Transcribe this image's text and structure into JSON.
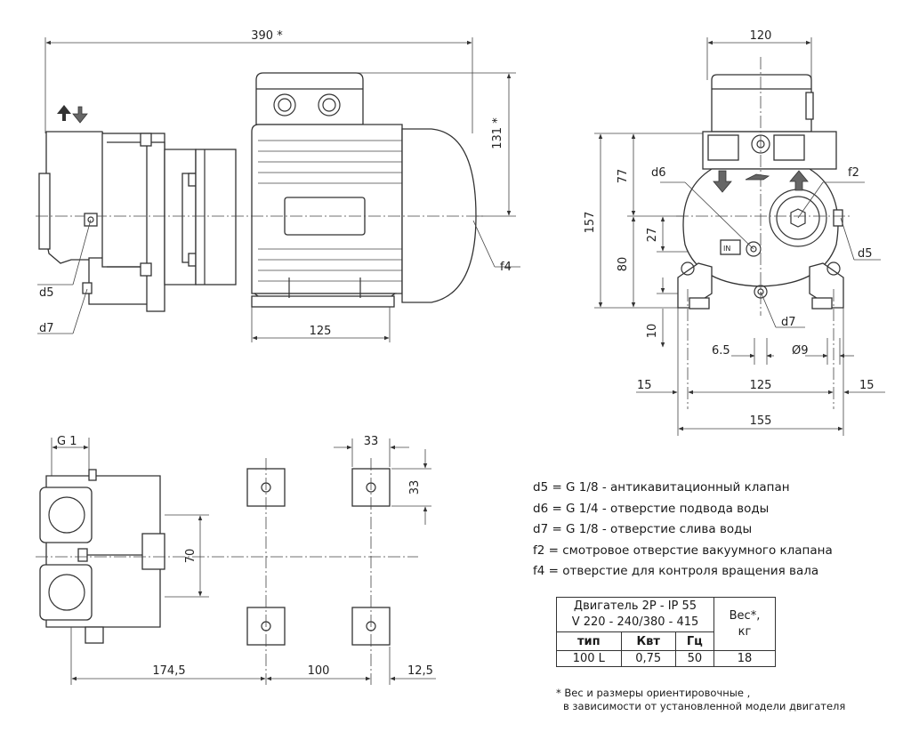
{
  "dimensions": {
    "overall_length": "390 *",
    "height_to_axis": "131 *",
    "foot_length": "125",
    "front_width": "120",
    "height_total": "157",
    "height_upper": "77",
    "height_lower": "80",
    "offset_27": "27",
    "foot_10": "10",
    "slot_6_5": "6.5",
    "hole_dia": "Ø9",
    "foot_side_left": "15",
    "foot_centers": "125",
    "foot_side_right": "15",
    "base_width": "155",
    "thread_g": "G 1",
    "hole_33_h": "33",
    "hole_33_v": "33",
    "hole_70": "70",
    "len_174_5": "174,5",
    "len_100": "100",
    "len_12_5": "12,5"
  },
  "callouts": {
    "d5_side": "d5",
    "d7_side": "d7",
    "f4": "f4",
    "d6": "d6",
    "f2": "f2",
    "d5_front": "d5",
    "d7_front": "d7",
    "inlet_marker": "IN"
  },
  "legend": [
    "d5 = G 1/8  - антикавитационный клапан",
    "d6 = G 1/4 - отверстие подвода воды",
    "d7 = G 1/8 - отверстие слива воды",
    "f2 = смотровое отверстие вакуумного клапана",
    "f4 = отверстие для контроля вращения вала"
  ],
  "spec_table": {
    "motor_line1": "Двигатель 2P - IP 55",
    "motor_line2": "V 220 - 240/380 - 415",
    "weight_line1": "Вес*,",
    "weight_line2": "кг",
    "col_type": "тип",
    "col_kw": "Квт",
    "col_hz": "Гц",
    "row_type": "100 L",
    "row_kw": "0,75",
    "row_hz": "50",
    "row_weight": "18"
  },
  "footnote": {
    "line1": "* Вес и размеры ориентировочные ,",
    "line2": "в зависимости от установленной модели двигателя"
  }
}
